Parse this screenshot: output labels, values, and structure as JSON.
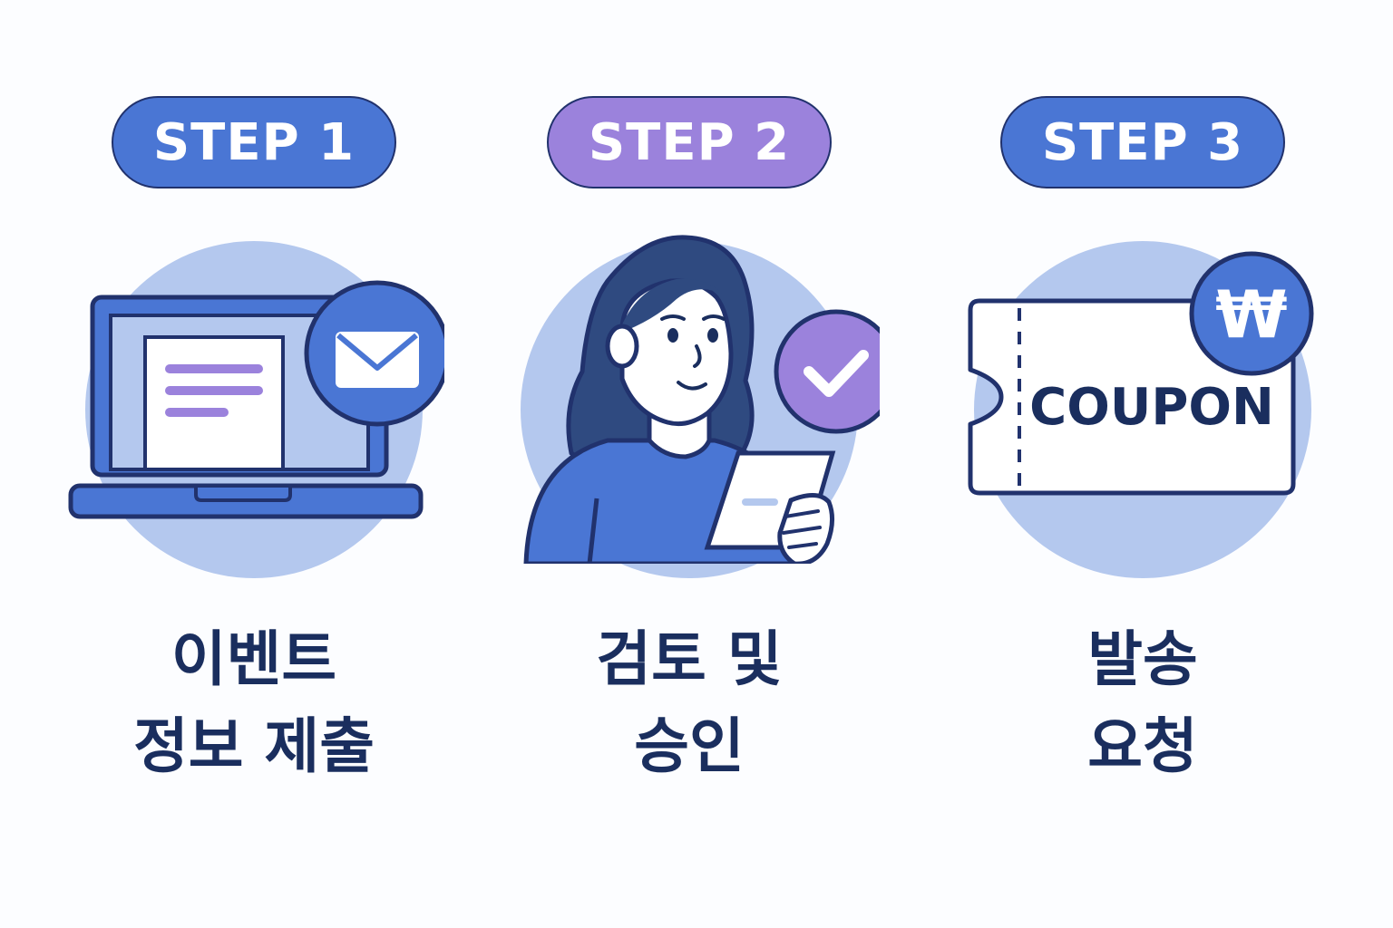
{
  "colors": {
    "blue": "#4a76d4",
    "purple": "#9b82dc",
    "light_circle": "#b4c8ee",
    "navy": "#1a2e5e",
    "outline": "#21326d",
    "white": "#ffffff"
  },
  "steps": [
    {
      "badge": "STEP 1",
      "badge_color": "#4a76d4",
      "icon": "laptop-mail-icon",
      "label_line1": "이벤트",
      "label_line2": "정보 제출"
    },
    {
      "badge": "STEP 2",
      "badge_color": "#9b82dc",
      "icon": "reviewer-checkmark-icon",
      "label_line1": "검토 및",
      "label_line2": "승인"
    },
    {
      "badge": "STEP 3",
      "badge_color": "#4a76d4",
      "icon": "coupon-won-icon",
      "label_line1": "발송",
      "label_line2": "요청",
      "coupon_text": "COUPON",
      "currency_symbol": "₩"
    }
  ]
}
